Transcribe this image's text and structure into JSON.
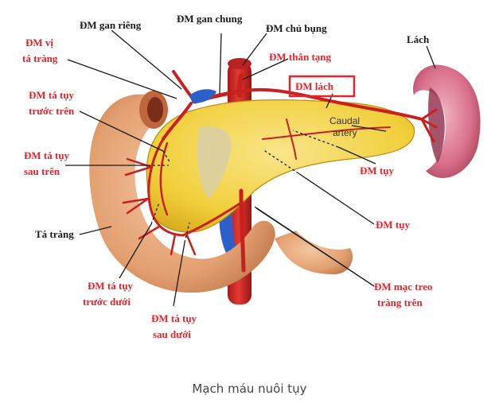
{
  "labels": {
    "dm_gan_rieng": "ĐM gan riêng",
    "dm_gan_chung": "ĐM gan chung",
    "dm_chu_bung": "ĐM chủ bụng",
    "lach": "Lách",
    "dm_vi_ta_trang_1": "ĐM vị",
    "dm_vi_ta_trang_2": "tá tràng",
    "dm_than_tang": "ĐM thân tạng",
    "dm_lach": "ĐM lách",
    "dm_ta_tuy_truoc_tren_1": "ĐM tá tụy",
    "dm_ta_tuy_truoc_tren_2": "trước trên",
    "caudal_artery_1": "Caudal",
    "caudal_artery_2": "artery",
    "dm_ta_tuy_sau_tren_1": "ĐM tá tụy",
    "dm_ta_tuy_sau_tren_2": "sau trên",
    "dm_tuy_1": "ĐM tụy",
    "dm_tuy_2": "ĐM tụy",
    "ta_trang": "Tá tràng",
    "dm_mac_treo_1": "ĐM mạc treo",
    "dm_mac_treo_2": "tràng trên",
    "dm_ta_tuy_truoc_duoi_1": "ĐM tá tụy",
    "dm_ta_tuy_truoc_duoi_2": "trước dưới",
    "dm_ta_tuy_sau_duoi_1": "ĐM tá tụy",
    "dm_ta_tuy_sau_duoi_2": "sau dưới"
  },
  "caption": "Mạch máu nuôi tụy",
  "colors": {
    "label_red": "#e0262c",
    "artery_red": "#c8201f",
    "pancreas_yellow": "#f3d23a",
    "duodenum_tan": "#e6a779",
    "spleen_pink": "#d9708a",
    "vein_blue": "#2c5fc9",
    "highlight_box": "#e0262c"
  }
}
